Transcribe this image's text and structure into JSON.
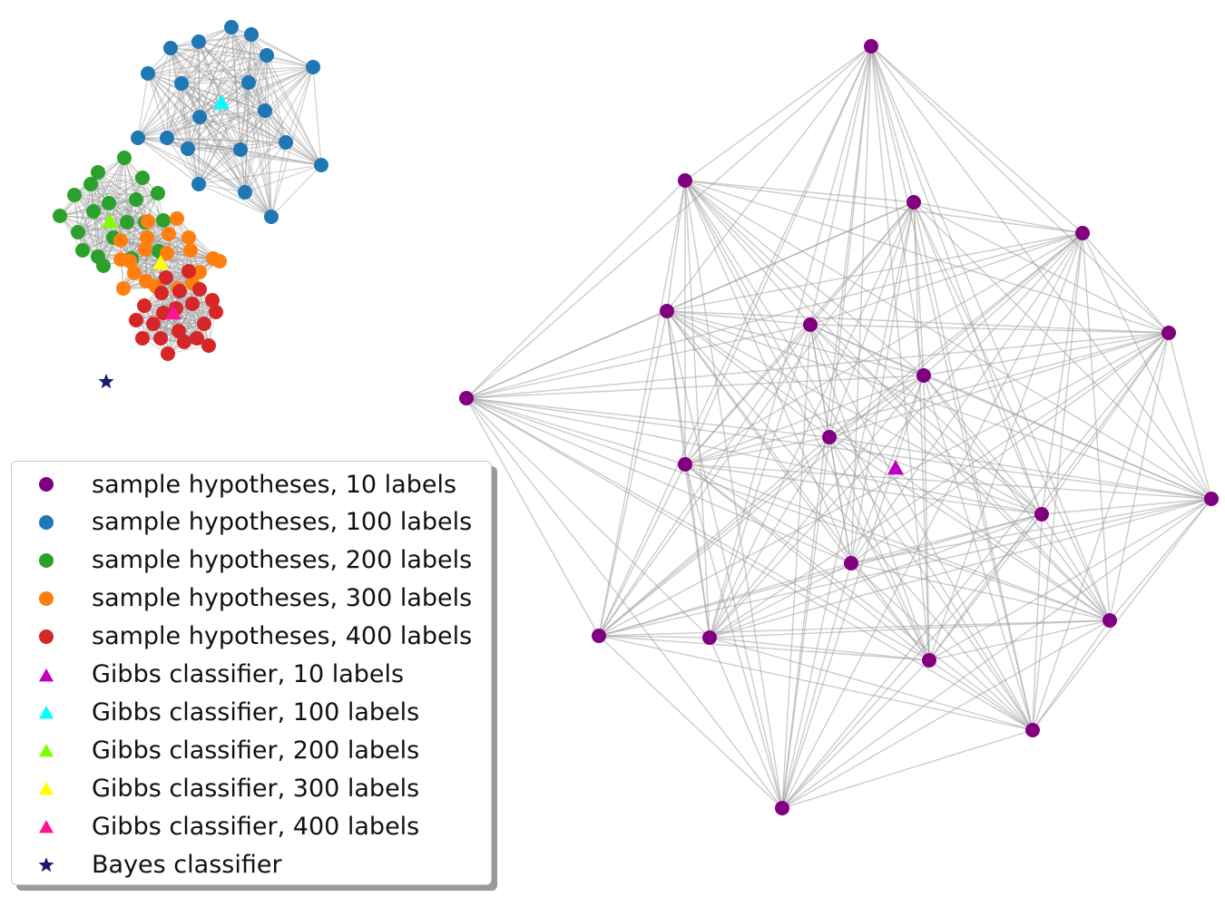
{
  "legend": {
    "items": [
      {
        "label": "sample hypotheses, 10 labels",
        "marker": "circle",
        "color": "#800080"
      },
      {
        "label": "sample hypotheses, 100 labels",
        "marker": "circle",
        "color": "#1f77b4"
      },
      {
        "label": "sample hypotheses, 200 labels",
        "marker": "circle",
        "color": "#2ca02c"
      },
      {
        "label": "sample hypotheses, 300 labels",
        "marker": "circle",
        "color": "#ff7f0e"
      },
      {
        "label": "sample hypotheses, 400 labels",
        "marker": "circle",
        "color": "#d62728"
      },
      {
        "label": "Gibbs classifier, 10 labels",
        "marker": "triangle",
        "color": "#c000c0"
      },
      {
        "label": "Gibbs classifier, 100 labels",
        "marker": "triangle",
        "color": "#00ffff"
      },
      {
        "label": "Gibbs classifier, 200 labels",
        "marker": "triangle",
        "color": "#7fff00"
      },
      {
        "label": "Gibbs classifier, 300 labels",
        "marker": "triangle",
        "color": "#ffff00"
      },
      {
        "label": "Gibbs classifier, 400 labels",
        "marker": "triangle",
        "color": "#ff1493"
      },
      {
        "label": "Bayes classifier",
        "marker": "star",
        "color": "#191970"
      }
    ]
  },
  "colors": {
    "edge": "#9a9a9a",
    "label_10": "#800080",
    "label_100": "#1f77b4",
    "label_200": "#2ca02c",
    "label_300": "#ff7f0e",
    "label_400": "#d62728"
  }
}
